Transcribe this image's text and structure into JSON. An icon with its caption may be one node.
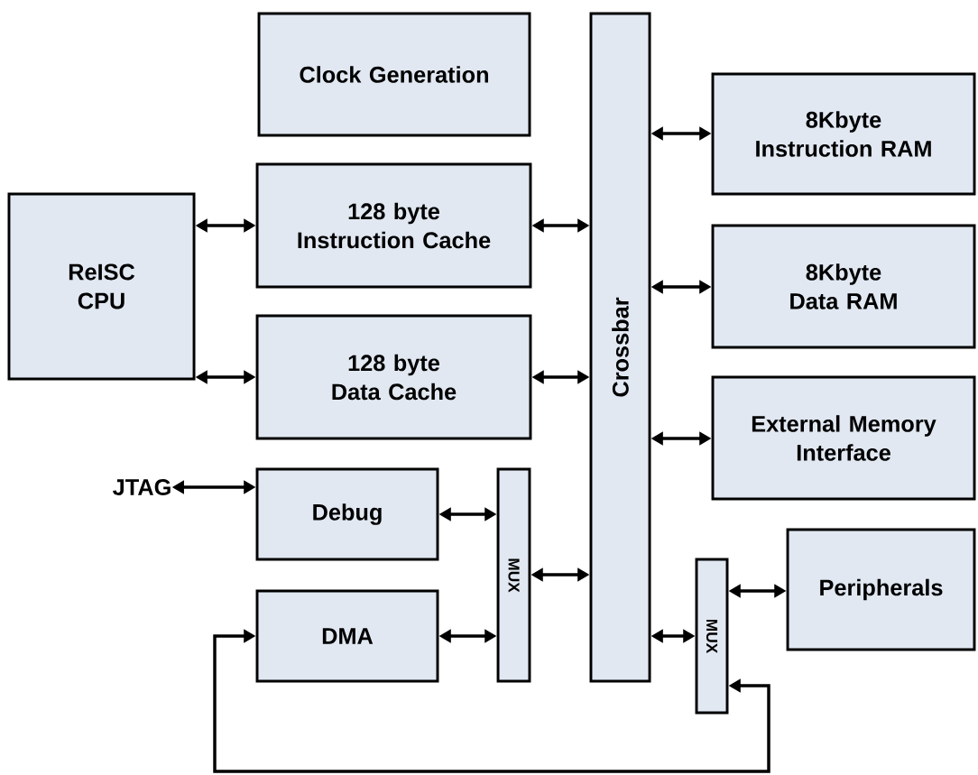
{
  "diagram": {
    "nodes": [
      {
        "text": [
          "Clock Generation"
        ]
      },
      {
        "text": [
          "ReISC CPU"
        ]
      },
      {
        "text": [
          "128 byte Instruction Cache"
        ]
      },
      {
        "text": [
          "128 byte Data Cache"
        ]
      },
      {
        "text": [
          "Crossbar"
        ]
      },
      {
        "text": [
          "8Kbyte Instruction RAM"
        ]
      },
      {
        "text": [
          "8Kbyte Data RAM"
        ]
      },
      {
        "text": [
          "External Memory Interface"
        ]
      },
      {
        "text": [
          "JTAG"
        ]
      },
      {
        "text": [
          "Debug"
        ]
      },
      {
        "text": [
          "DMA"
        ]
      },
      {
        "text": [
          "MUX"
        ]
      },
      {
        "text": [
          "MUX"
        ]
      },
      {
        "text": [
          "Peripherals"
        ]
      }
    ],
    "edges": [
      {
        "from": 1,
        "to": 2,
        "arrow": "both"
      },
      {
        "from": 1,
        "to": 3,
        "arrow": "both"
      },
      {
        "from": 2,
        "to": 4,
        "arrow": "both"
      },
      {
        "from": 3,
        "to": 4,
        "arrow": "both"
      },
      {
        "from": 4,
        "to": 5,
        "arrow": "both"
      },
      {
        "from": 4,
        "to": 6,
        "arrow": "both"
      },
      {
        "from": 4,
        "to": 7,
        "arrow": "both"
      },
      {
        "from": 8,
        "to": 9,
        "arrow": "both"
      },
      {
        "from": 9,
        "to": 11,
        "arrow": "both"
      },
      {
        "from": 10,
        "to": 11,
        "arrow": "both"
      },
      {
        "from": 11,
        "to": 4,
        "arrow": "both"
      },
      {
        "from": 4,
        "to": 12,
        "arrow": "both"
      },
      {
        "from": 12,
        "to": 13,
        "arrow": "both"
      },
      {
        "from": 10,
        "to": 12,
        "arrow": "both"
      }
    ]
  }
}
